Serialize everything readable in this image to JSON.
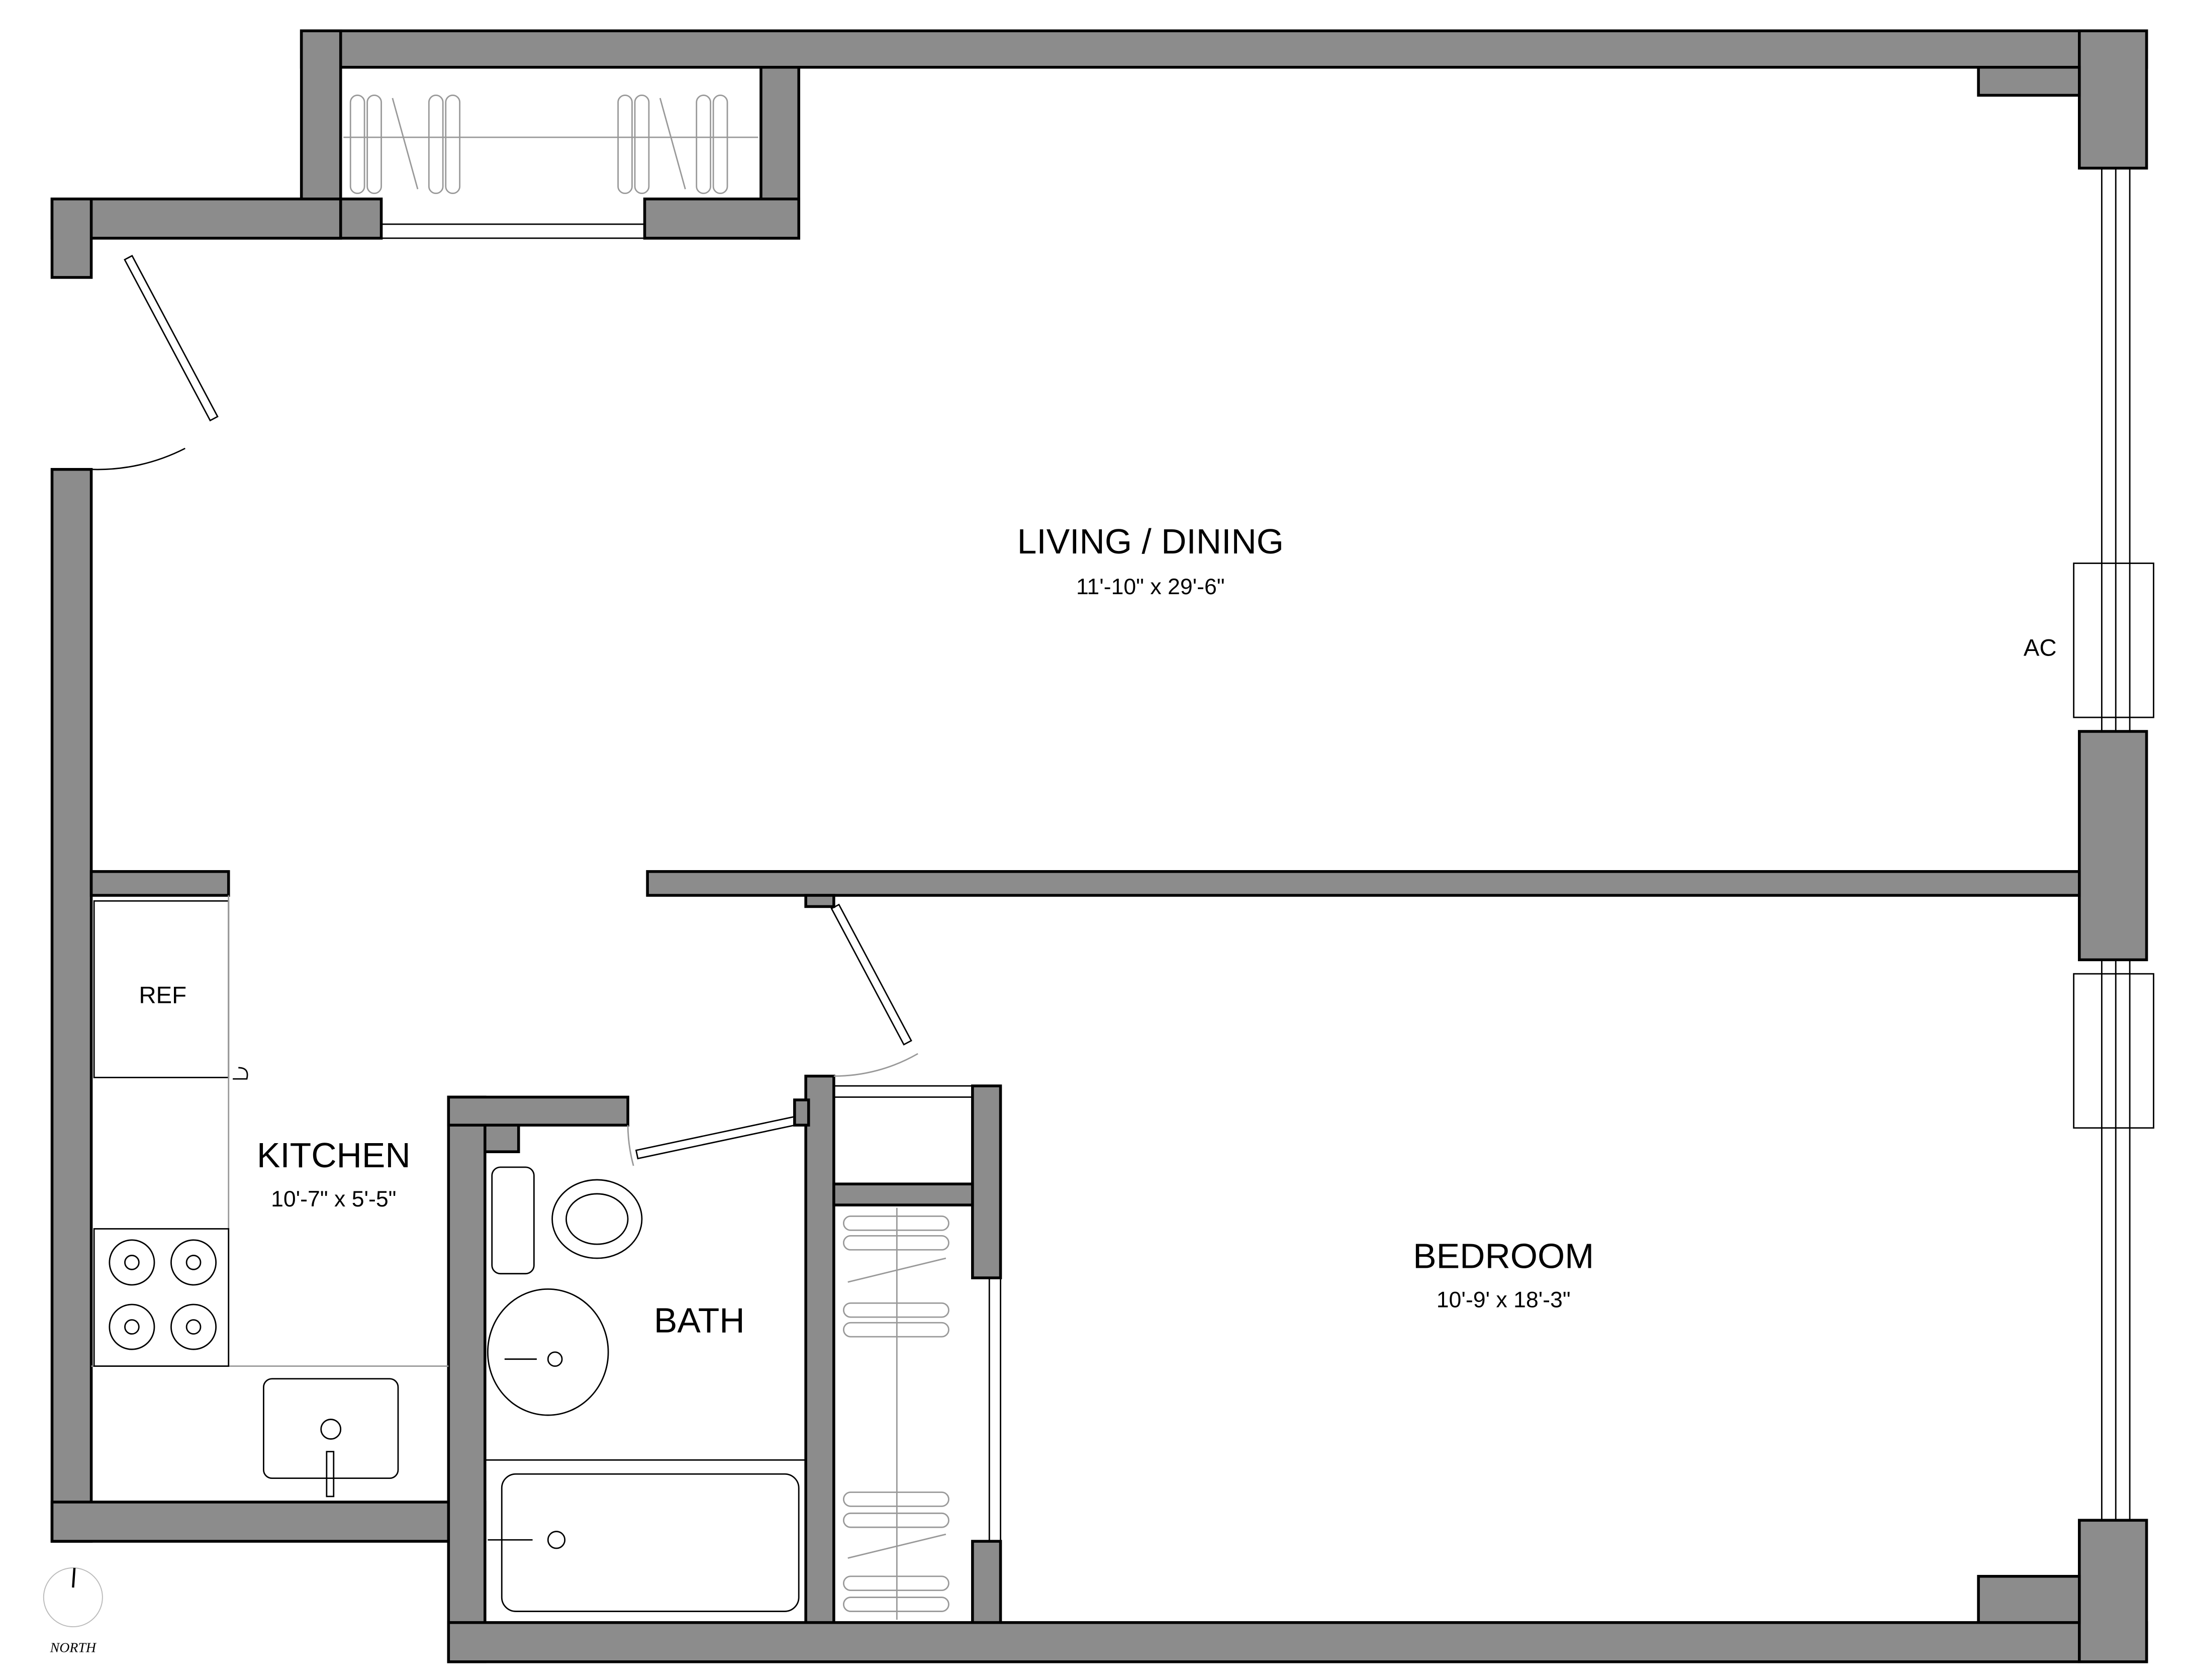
{
  "rooms": {
    "living": {
      "name": "LIVING / DINING",
      "size": "11'-10\" x 29'-6\""
    },
    "kitchen": {
      "name": "KITCHEN",
      "size": "10'-7\" x 5'-5\""
    },
    "bath": {
      "name": "BATH"
    },
    "bedroom": {
      "name": "BEDROOM",
      "size": "10'-9' x 18'-3\""
    }
  },
  "fixtures": {
    "ref": "REF",
    "ac": "AC"
  },
  "compass": {
    "label": "NORTH"
  },
  "colors": {
    "wall": "#8c8c8c",
    "line": "#000000"
  }
}
